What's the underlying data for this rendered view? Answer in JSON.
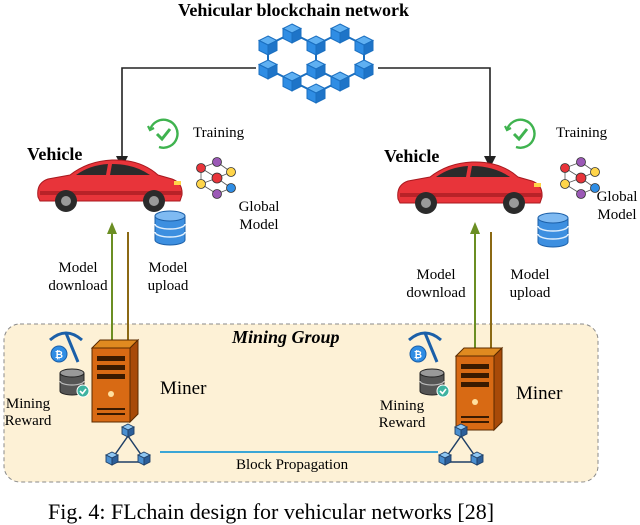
{
  "network": {
    "title": "Vehicular blockchain network"
  },
  "left": {
    "vehicle": "Vehicle",
    "training": "Training",
    "global_model": [
      "Global",
      "Model"
    ],
    "model_download": [
      "Model",
      "download"
    ],
    "model_upload": [
      "Model",
      "upload"
    ],
    "miner": "Miner",
    "mining_reward": [
      "Mining",
      "Reward"
    ]
  },
  "right": {
    "vehicle": "Vehicle",
    "training": "Training",
    "global_model": [
      "Global",
      "Model"
    ],
    "model_download": [
      "Model",
      "download"
    ],
    "model_upload": [
      "Model",
      "upload"
    ],
    "miner": "Miner",
    "mining_reward": [
      "Mining",
      "Reward"
    ]
  },
  "mining_group": {
    "title": "Mining Group"
  },
  "block_propagation": "Block Propagation",
  "caption": "Fig. 4: FLchain design for vehicular networks [28]",
  "colors": {
    "cube_blue": "#2f8de4",
    "car_red": "#e8343a",
    "arrow_download": "#6b8e23",
    "arrow_upload": "#8b6914",
    "mining_bg": "#fdf1d6",
    "propagation_line": "#3aa6d6",
    "check_green": "#3fb34f"
  }
}
